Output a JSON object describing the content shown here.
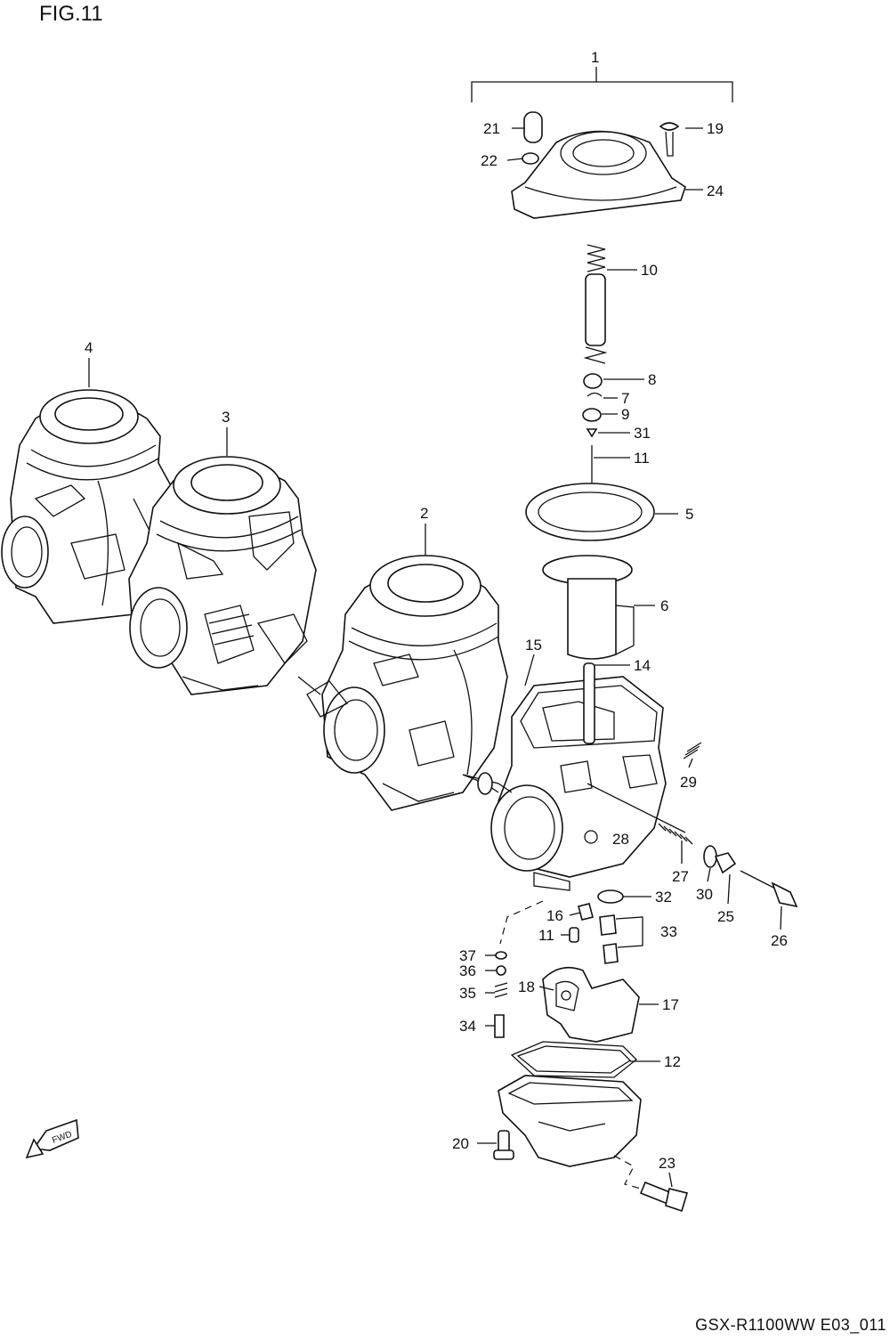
{
  "figure": {
    "title": "FIG.11",
    "code": "GSX-R1100WW  E03_011",
    "fwd_label": "FWD"
  },
  "callouts": [
    "1",
    "2",
    "3",
    "4",
    "5",
    "6",
    "7",
    "8",
    "9",
    "10",
    "11",
    "11",
    "12",
    "14",
    "15",
    "16",
    "17",
    "18",
    "19",
    "20",
    "21",
    "22",
    "23",
    "24",
    "25",
    "26",
    "27",
    "28",
    "29",
    "30",
    "31",
    "32",
    "33",
    "34",
    "35",
    "36",
    "37"
  ],
  "colors": {
    "ink": "#111111",
    "paper": "#ffffff"
  }
}
